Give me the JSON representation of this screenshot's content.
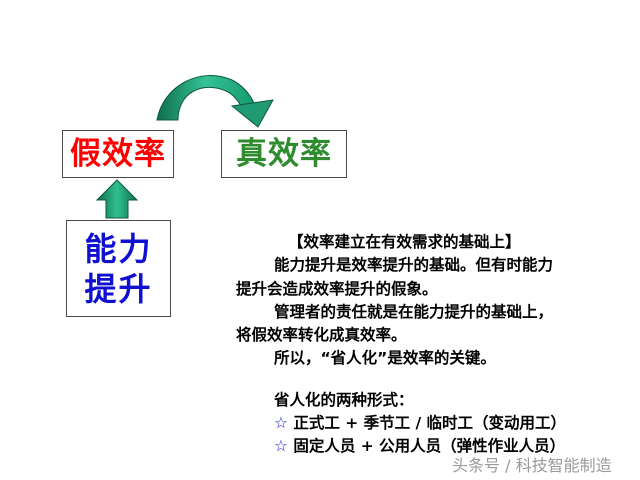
{
  "boxes": {
    "fake_efficiency": "假效率",
    "real_efficiency": "真效率",
    "ability_line1": "能力",
    "ability_line2": "提升"
  },
  "text": {
    "title": "【效率建立在有效需求的基础上】",
    "p1_line1": "能力提升是效率提升的基础。但有时能力",
    "p1_line2": "提升会造成效率提升的假象。",
    "p2_line1": "管理者的责任就是在能力提升的基础上，",
    "p2_line2": "将假效率转化成真效率。",
    "p3": "所以，“省人化”是效率的关键。",
    "forms_title": "省人化的两种形式：",
    "forms": [
      {
        "bullet": "☆",
        "text": "正式工 + 季节工 / 临时工（变动用工）"
      },
      {
        "bullet": "☆",
        "text": "固定人员 + 公用人员（弹性作业人员）"
      }
    ]
  },
  "watermark": "头条号 / 科技智能制造",
  "colors": {
    "fake": "#ff0000",
    "real": "#2e8b2e",
    "ability": "#1010d0",
    "arrow_fill": "#1f9a72",
    "arrow_dark": "#0c5a3e"
  }
}
